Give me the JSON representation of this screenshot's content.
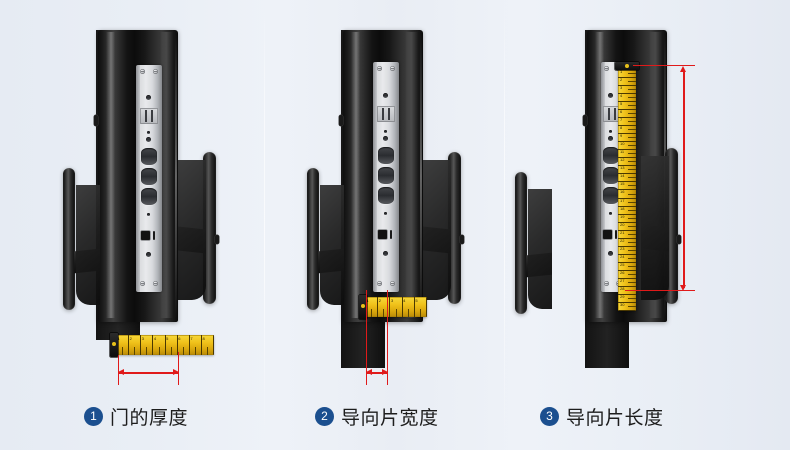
{
  "background_color": "#e9eef5",
  "accent_color": "#1b4f8f",
  "dimension_color": "#e01a1a",
  "tape_color": "#f0c21a",
  "panels": [
    {
      "id": "panel-door-thickness",
      "badge": "❶",
      "badge_number": "1",
      "caption": "门的厚度",
      "measurement": "door-thickness",
      "tape_orientation": "horizontal",
      "tape_numbers": [
        "1",
        "2",
        "3",
        "4",
        "5",
        "6",
        "7",
        "8"
      ],
      "dimension_arrow": "horizontal-double"
    },
    {
      "id": "panel-guide-width",
      "badge": "❷",
      "badge_number": "2",
      "caption": "导向片宽度",
      "measurement": "guide-plate-width",
      "tape_orientation": "horizontal",
      "tape_numbers": [
        "1",
        "2",
        "3",
        "4",
        "5"
      ],
      "dimension_arrow": "horizontal-double"
    },
    {
      "id": "panel-guide-length",
      "badge": "❸",
      "badge_number": "3",
      "caption": "导向片长度",
      "measurement": "guide-plate-length",
      "tape_orientation": "vertical",
      "tape_numbers": [
        "1",
        "2",
        "3",
        "4",
        "5",
        "6",
        "7",
        "8",
        "9",
        "10",
        "11",
        "12",
        "13",
        "14",
        "15",
        "16",
        "17",
        "18",
        "19",
        "20",
        "21",
        "22",
        "23",
        "24",
        "25",
        "26",
        "27",
        "28",
        "29",
        "30"
      ],
      "dimension_arrow": "vertical-double"
    }
  ],
  "product": {
    "name": "smart-door-lock",
    "view": "side-profile",
    "parts": [
      "door-slab",
      "lock-body",
      "metal-guide-plate",
      "outer-handle",
      "inner-handle",
      "mounting-screws",
      "latch-cutouts"
    ]
  }
}
